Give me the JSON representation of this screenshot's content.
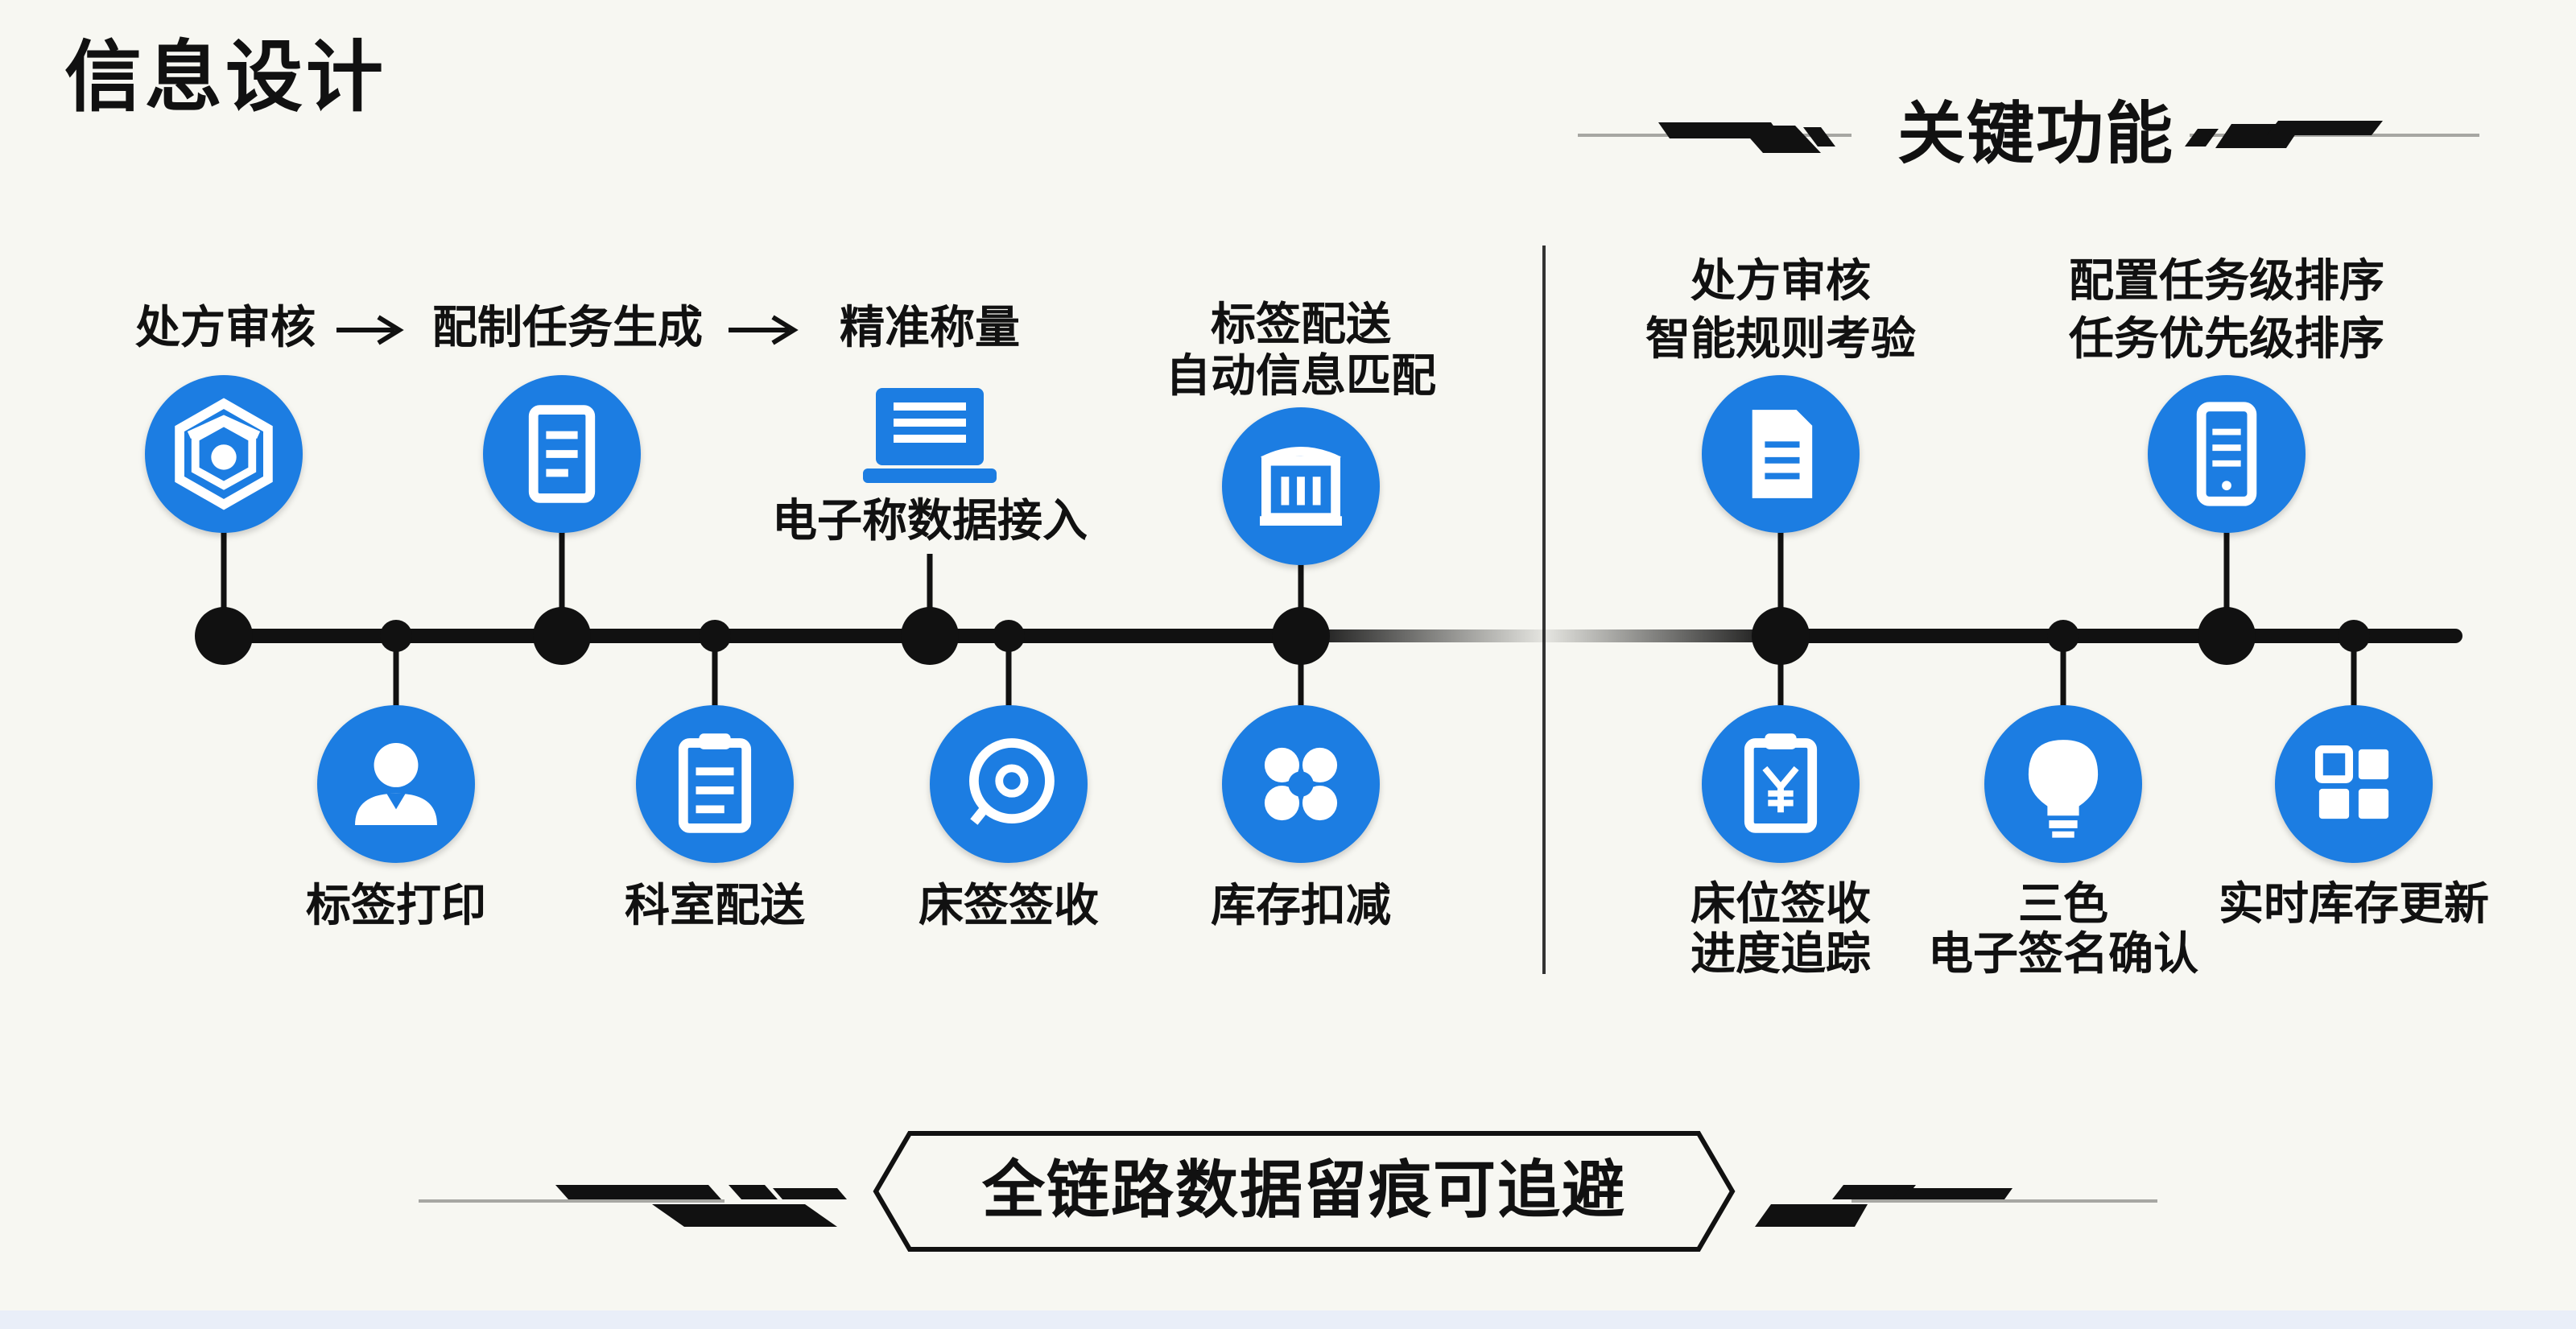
{
  "title": "信息设计",
  "section_heading": "关键功能",
  "footer_banner": "全链路数据留痕可追避",
  "flow": {
    "steps": [
      "处方审核",
      "配制任务生成",
      "精准称量"
    ],
    "arrow": "→"
  },
  "timeline_left": {
    "top_nodes": [
      {
        "icon": "shield-hex-icon",
        "label": ""
      },
      {
        "icon": "tablet-document-icon",
        "label": ""
      },
      {
        "icon": "laptop-screen-icon",
        "label": "电子称数据接入"
      },
      {
        "icon": "building-icon",
        "label_lines": [
          "标签配送",
          "自动信息匹配"
        ]
      }
    ],
    "bottom_nodes": [
      {
        "icon": "user-icon",
        "label": "标签打印"
      },
      {
        "icon": "clipboard-list-icon",
        "label": "科室配送"
      },
      {
        "icon": "disc-icon",
        "label": "床签签收"
      },
      {
        "icon": "flower-icon",
        "label": "库存扣减"
      }
    ]
  },
  "timeline_right": {
    "top_nodes": [
      {
        "icon": "document-icon",
        "label_lines": [
          "处方审核",
          "智能规则考验"
        ]
      },
      {
        "icon": "mobile-phone-icon",
        "label_lines": [
          "配置任务级排序",
          "任务优先级排序"
        ]
      }
    ],
    "bottom_nodes": [
      {
        "icon": "yuan-clipboard-icon",
        "label_lines": [
          "床位签收",
          "进度追踪"
        ]
      },
      {
        "icon": "lightbulb-icon",
        "label_lines": [
          "三色",
          "电子签名确认"
        ]
      },
      {
        "icon": "grid-icon",
        "label": "实时库存更新"
      }
    ]
  },
  "colors": {
    "icon_blue": "#1c7de2",
    "line": "#111111",
    "background": "#f7f7f2"
  }
}
